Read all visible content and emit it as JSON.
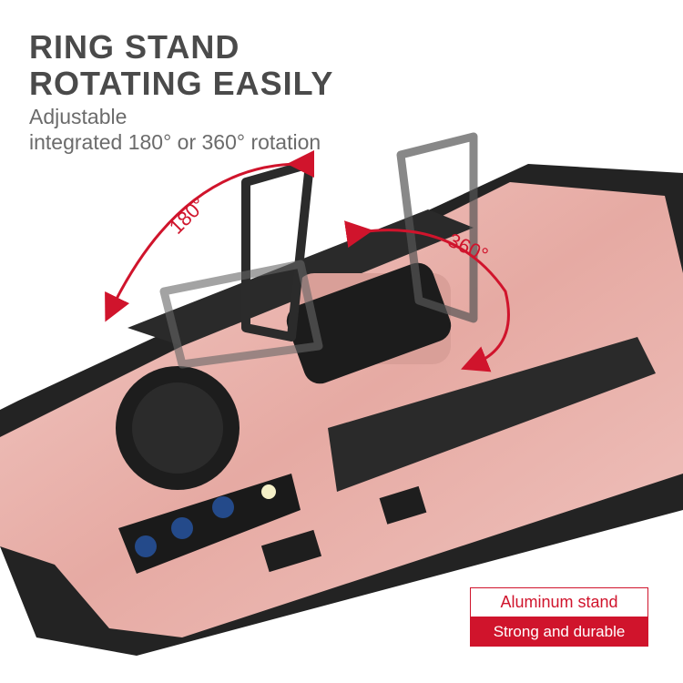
{
  "headline": {
    "line1": "RING STAND",
    "line2": "ROTATING EASILY"
  },
  "subtitle": {
    "line1": "Adjustable",
    "line2": "integrated 180° or 360° rotation"
  },
  "rotation_labels": {
    "left": "180°",
    "right": "360°"
  },
  "feature_box": {
    "title": "Aluminum stand",
    "subtitle": "Strong and durable"
  },
  "colors": {
    "accent_red": "#d0142c",
    "case_rose_gold": "#e9b3ad",
    "bumper_black": "#232323"
  }
}
